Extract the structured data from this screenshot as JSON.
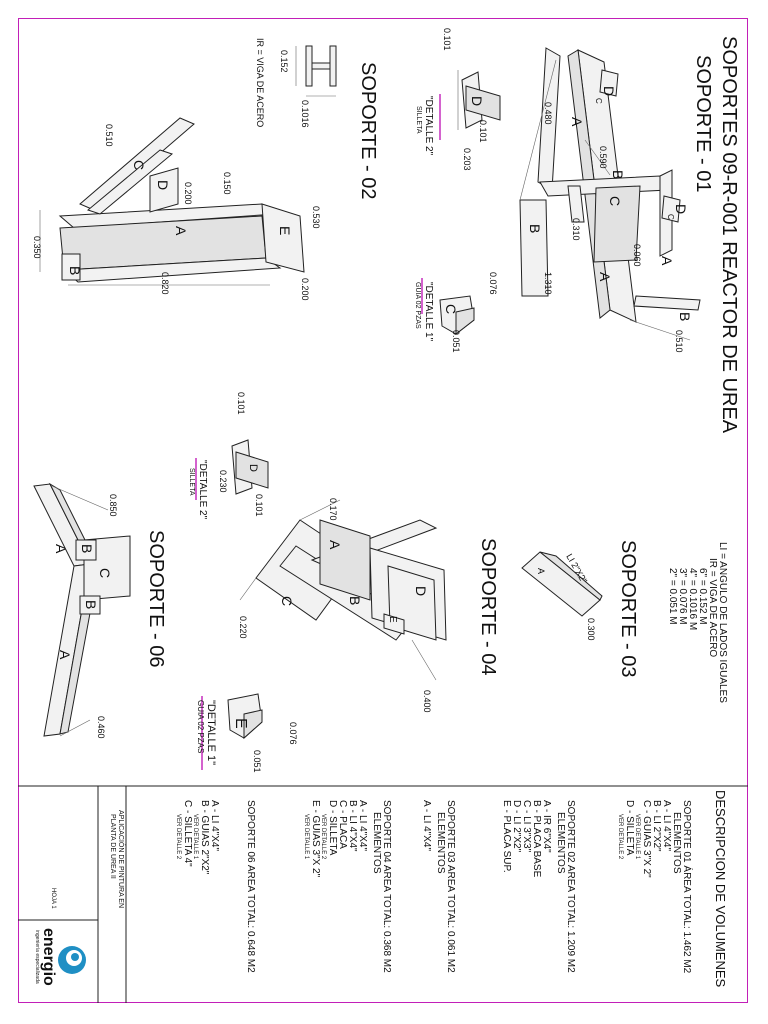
{
  "title": "SOPORTES 09-R-001 REACTOR DE UREA",
  "soporte01": {
    "label": "SOPORTE - 01",
    "letters": [
      "A",
      "A",
      "B",
      "B",
      "B",
      "C",
      "D",
      "D",
      "C",
      "C"
    ],
    "dims": [
      "0.480",
      "0.590",
      "0.310",
      "0.060",
      "1.310",
      "0.510",
      "0.101",
      "0.101",
      "0.203"
    ]
  },
  "soporte02": {
    "label": "SOPORTE - 02",
    "letters": [
      "A",
      "B",
      "C",
      "D",
      "E"
    ],
    "dims": [
      "0.510",
      "0.150",
      "0.200",
      "0.530",
      "0.350",
      "0.820",
      "0.200"
    ]
  },
  "soporte03": {
    "label": "SOPORTE - 03",
    "piece": "LI 2\"X2\"",
    "letter": "A",
    "dim": "0.300"
  },
  "soporte04": {
    "label": "SOPORTE - 04",
    "letters": [
      "A",
      "B",
      "C",
      "D",
      "E"
    ],
    "dims": [
      "0.170",
      "0.220",
      "0.400"
    ]
  },
  "soporte06": {
    "label": "SOPORTE - 06",
    "letters": [
      "A",
      "A",
      "B",
      "B",
      "C"
    ],
    "dims": [
      "0.850",
      "0.460"
    ]
  },
  "ir_section": {
    "note": "IR = VIGA DE  ACERO",
    "dims": [
      "0.152",
      "0.1016"
    ]
  },
  "details": {
    "d2_top": {
      "title": "\"DETALLE 2\"",
      "sub": "SILLETA",
      "letter": "D",
      "dims": [
        "0.101",
        "0.101",
        "0.203"
      ]
    },
    "d1_top": {
      "title": "\"DETALLE 1\"",
      "sub": "GUIA 02 PZAS",
      "letter": "C",
      "dims": [
        "0.076",
        "0.051"
      ]
    },
    "d2_mid": {
      "title": "\"DETALLE 2\"",
      "sub": "SILLETA",
      "letter": "D",
      "dims": [
        "0.101",
        "0.230",
        "0.101"
      ]
    },
    "d1_mid": {
      "title": "\"DETALLE 1\"",
      "sub": "GUIA 02 PZAS",
      "letter": "E",
      "dims": [
        "0.076",
        "0.051"
      ]
    }
  },
  "legend": [
    "LI = ANGULO DE LADOS IGUALES",
    "IR = VIGA DE  ACERO",
    "6\" = 0.152 M",
    "4\" = 0.1016 M",
    "3\" = 0.076 M",
    "2\" = 0.051 M"
  ],
  "volumes": {
    "heading": "DESCRIPCION DE VOLUMENES",
    "blocks": [
      {
        "lines": [
          "SOPORTE 01 ÁREA TOTAL: 1.462 M2",
          "ELEMENTOS",
          "A - LI 4\"X4\"",
          "B - LI 2\"X2\"",
          "C - GUIAS 3\"X 2\"",
          "VER DETALLE 1",
          "D - SILLETA",
          "VER DETALLE 2"
        ]
      },
      {
        "lines": [
          "SOPORTE 02 AREA TOTAL: 1.209 M2",
          "ELEMENTOS",
          "A - IR 6\"X4\"",
          "B - PLACA BASE",
          "C - LI 3\"X3\"",
          "D - LI 2\"X2\"",
          "E - PLACA SUP."
        ]
      },
      {
        "lines": [
          "SOPORTE 03 AREA TOTAL: 0.061 M2",
          "ELEMENTOS",
          "A - LI 4\"X4\""
        ]
      },
      {
        "lines": [
          "SOPORTE 04 AREA TOTAL: 0.368 M2",
          "ELEMENTOS",
          "A - LI 4\"X4\"",
          "B - LI 4\"X4\"",
          "C - PLACA",
          "D - SILLETA",
          "VER DETALLE 2",
          "E - GUIAS 3\"X 2\"",
          "VER DETALLE 1"
        ]
      },
      {
        "lines": [
          "SOPORTE 06 AREA TOTAL: 0.648 M2",
          "A - LI 4\"X4\"",
          "B - GUIAS  2\"X2\"",
          "VER DETALLE 1",
          "C - SILLETA 4\"",
          "VER DETALLE 2"
        ]
      }
    ]
  },
  "titleblock": {
    "project": [
      "APLICACIÓN DE PINTURA EN",
      "PLANTA DE UREA II"
    ],
    "sheet": "HOJA 1",
    "brand": "energio",
    "brand_sub": "ingeniería especializada",
    "accent": "#1f8fc4"
  }
}
